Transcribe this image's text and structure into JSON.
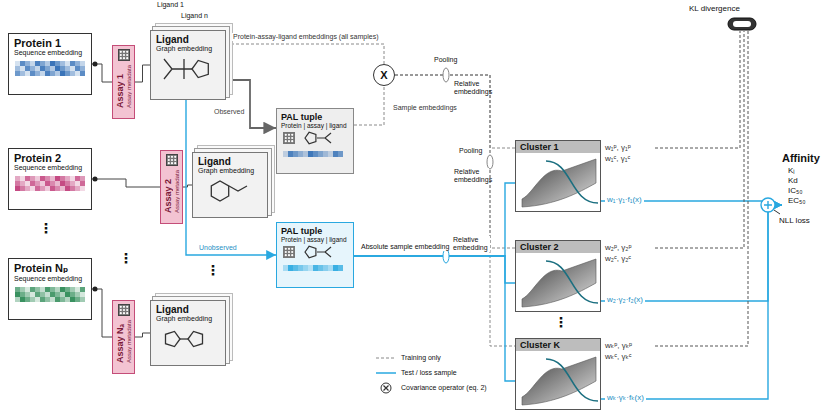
{
  "diagram": {
    "nodes": [
      {
        "text": [
          "Protein 1",
          "Sequence embedding"
        ]
      },
      {
        "text": [
          "Protein 2",
          "Sequence embedding"
        ]
      },
      {
        "text": [
          "Protein Nₚ",
          "Sequence embedding"
        ]
      },
      {
        "text": [
          "Assay 1",
          "Assay metadata"
        ]
      },
      {
        "text": [
          "Assay 2",
          "Assay metadata"
        ]
      },
      {
        "text": [
          "Assay Nₐ",
          "Assay metadata"
        ]
      },
      {
        "text": [
          "Ligand",
          "Graph embedding"
        ]
      },
      {
        "text": [
          "Ligand",
          "Graph embedding"
        ]
      },
      {
        "text": [
          "Ligand",
          "Graph embedding"
        ]
      },
      {
        "text": [
          "PAL tuple",
          "Protein | assay | ligand"
        ]
      },
      {
        "text": [
          "PAL tuple",
          "Protein | assay | ligand"
        ]
      },
      {
        "text": [
          "X"
        ]
      },
      {
        "text": [
          "Cluster 1",
          "w₁ᵖ, γ₁ᵖ",
          "w₁ᶜ, γ₁ᶜ",
          "w₁·γ₁·f₁(x)"
        ]
      },
      {
        "text": [
          "Cluster 2",
          "w₂ᵖ, γ₂ᵖ",
          "w₂ᶜ, γ₂ᶜ",
          "w₂·γ₂·f₂(x)"
        ]
      },
      {
        "text": [
          "Cluster K",
          "wₖᵖ, γₖᵖ",
          "wₖᶜ, γₖᶜ",
          "wₖ·γₖ·fₖ(x)"
        ]
      },
      {
        "text": [
          "Affinity",
          "Kᵢ",
          "Kd",
          "IC₅₀",
          "EC₅₀"
        ]
      }
    ],
    "edges": [
      {
        "from": 0,
        "to": 3,
        "arrow": "none"
      },
      {
        "from": 1,
        "to": 4,
        "arrow": "none"
      },
      {
        "from": 2,
        "to": 5,
        "arrow": "none"
      },
      {
        "from": 3,
        "to": 6,
        "arrow": "none"
      },
      {
        "from": 4,
        "to": 7,
        "arrow": "none"
      },
      {
        "from": 5,
        "to": 8,
        "arrow": "none"
      },
      {
        "from": 6,
        "to": 9,
        "arrow": "to",
        "label": "Observed"
      },
      {
        "from": 6,
        "to": 10,
        "arrow": "to",
        "label": "Unobserved"
      },
      {
        "from": 6,
        "to": 11,
        "arrow": "none",
        "label": "Protein-assay-ligand embeddings (all samples)"
      },
      {
        "from": 9,
        "to": 11,
        "arrow": "none",
        "label": "Sample embeddings"
      },
      {
        "from": 11,
        "to": 12,
        "arrow": "none"
      },
      {
        "from": 11,
        "to": 13,
        "arrow": "none"
      },
      {
        "from": 11,
        "to": 14,
        "arrow": "none"
      },
      {
        "from": 10,
        "to": 12,
        "arrow": "none"
      },
      {
        "from": 10,
        "to": 13,
        "arrow": "none"
      },
      {
        "from": 10,
        "to": 14,
        "arrow": "none"
      },
      {
        "from": 12,
        "to": 15,
        "arrow": "to"
      },
      {
        "from": 13,
        "to": 15,
        "arrow": "to"
      },
      {
        "from": 14,
        "to": 15,
        "arrow": "to"
      }
    ],
    "labels": [
      "Ligand 1",
      "Ligand n",
      "Pooling",
      "Pooling",
      "Relative embeddings",
      "Relative embeddings",
      "Absolute sample embedding",
      "Relative embedding",
      "KL divergence",
      "NLL loss",
      "⋮",
      "⋮",
      "⋮",
      "⋮"
    ],
    "legend": [
      {
        "text": "Training only"
      },
      {
        "text": "Test / loss sample"
      },
      {
        "text": "Covariance operator (eq. 2)"
      }
    ]
  }
}
